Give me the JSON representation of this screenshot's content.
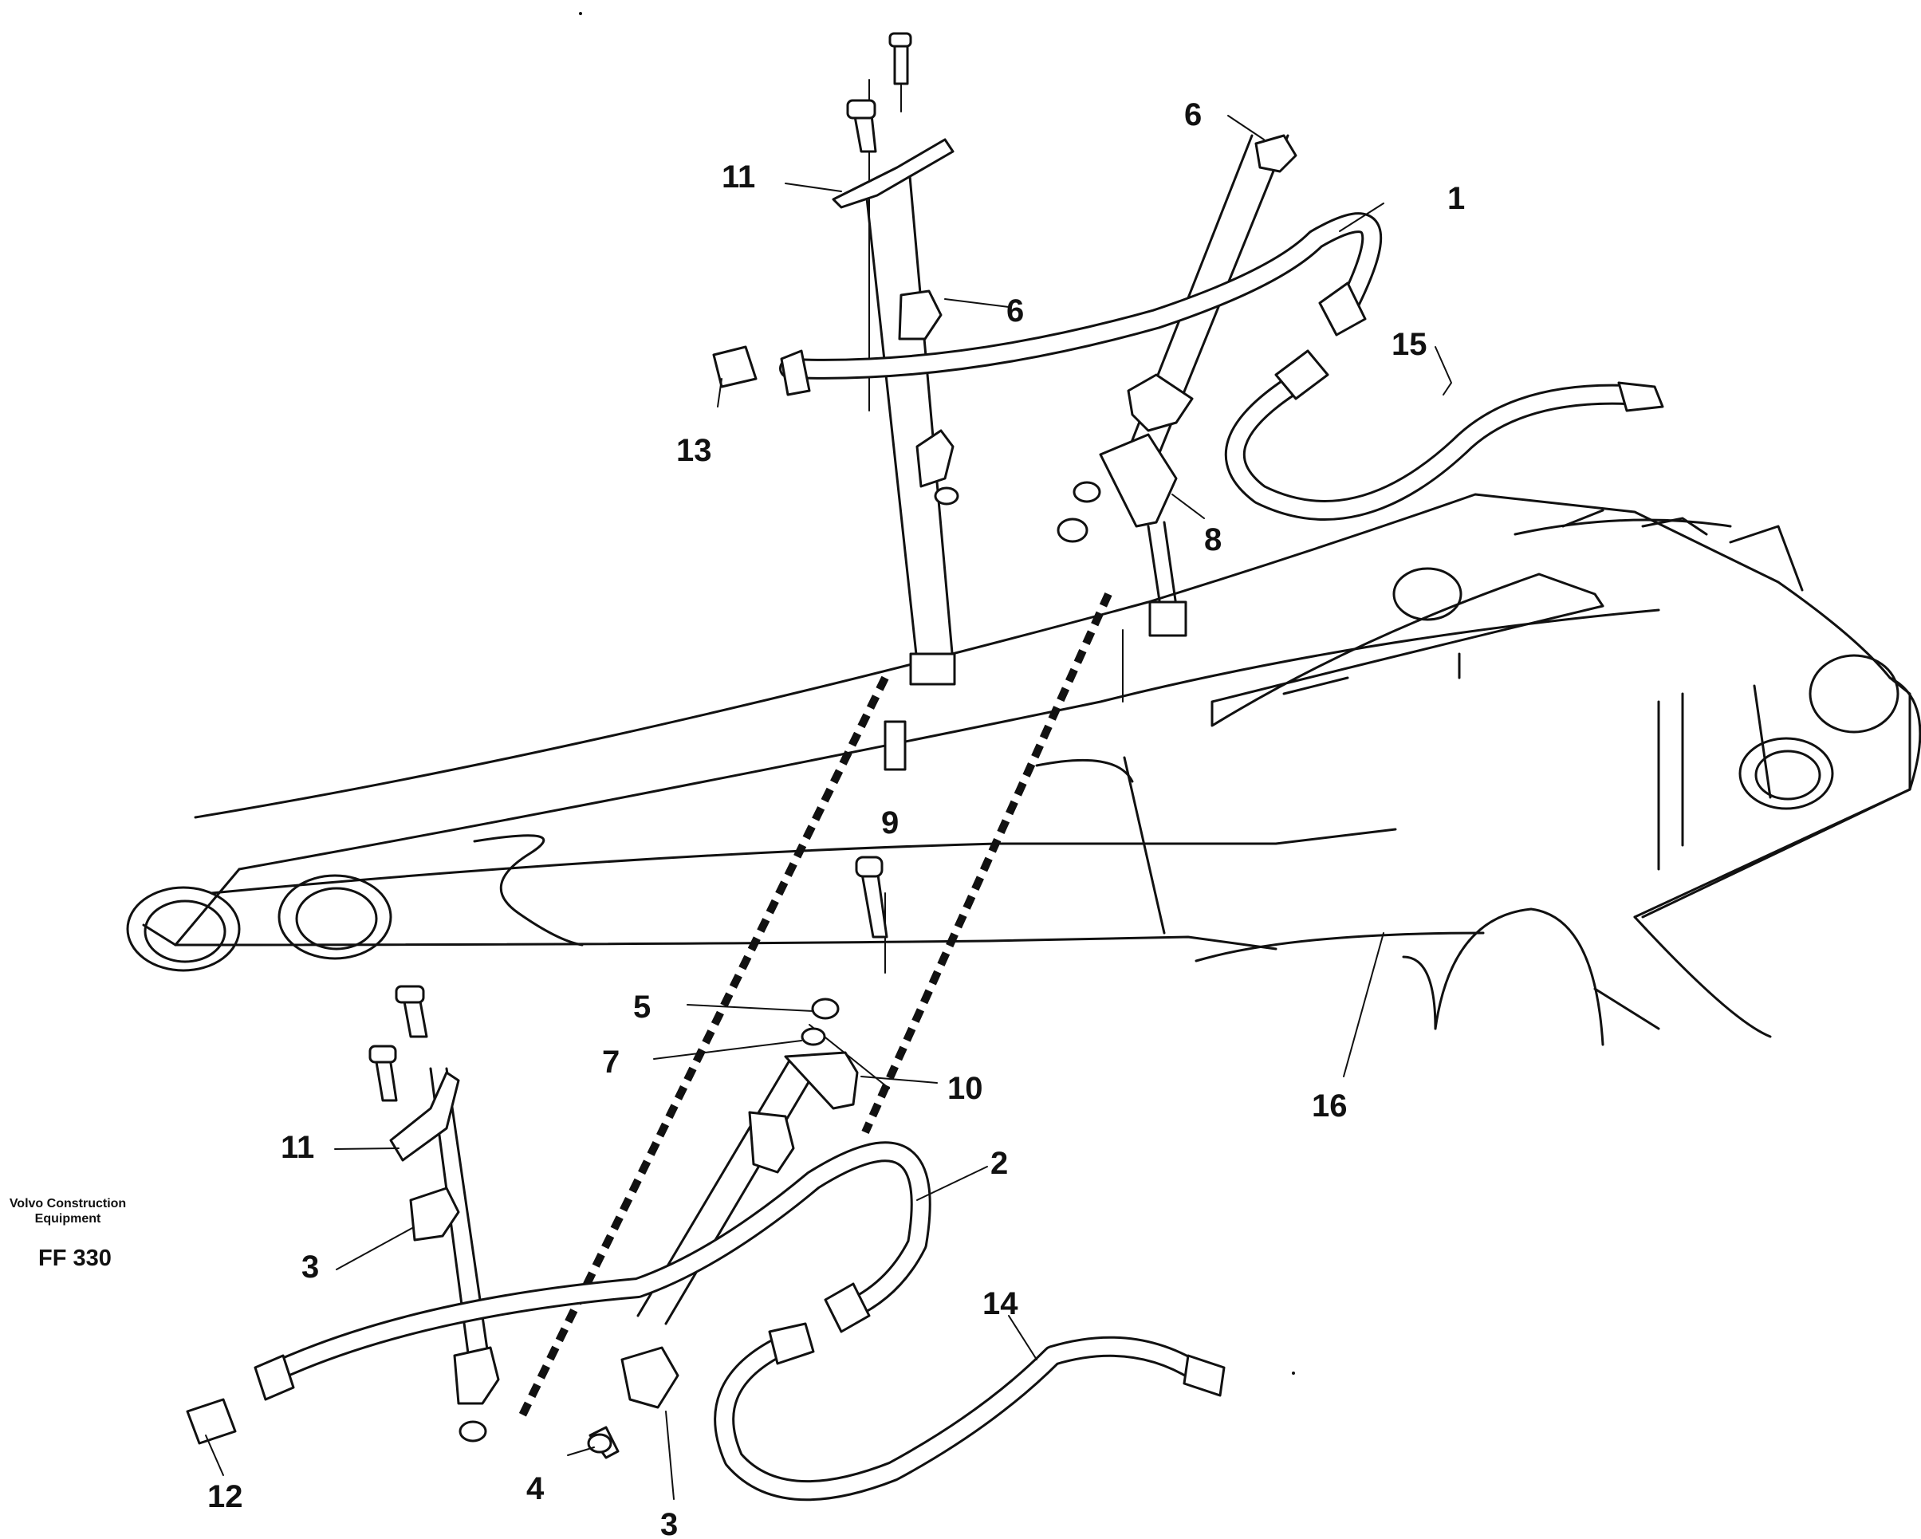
{
  "callouts": {
    "c1": "1",
    "c2": "2",
    "c3a": "3",
    "c3b": "3",
    "c4": "4",
    "c5": "5",
    "c6a": "6",
    "c6b": "6",
    "c7": "7",
    "c8": "8",
    "c9": "9",
    "c10": "10",
    "c11a": "11",
    "c11b": "11",
    "c12": "12",
    "c13": "13",
    "c14": "14",
    "c15": "15",
    "c16": "16"
  },
  "brand": {
    "line1": "Volvo Construction",
    "line2": "Equipment"
  },
  "figure_code": "FF 330"
}
